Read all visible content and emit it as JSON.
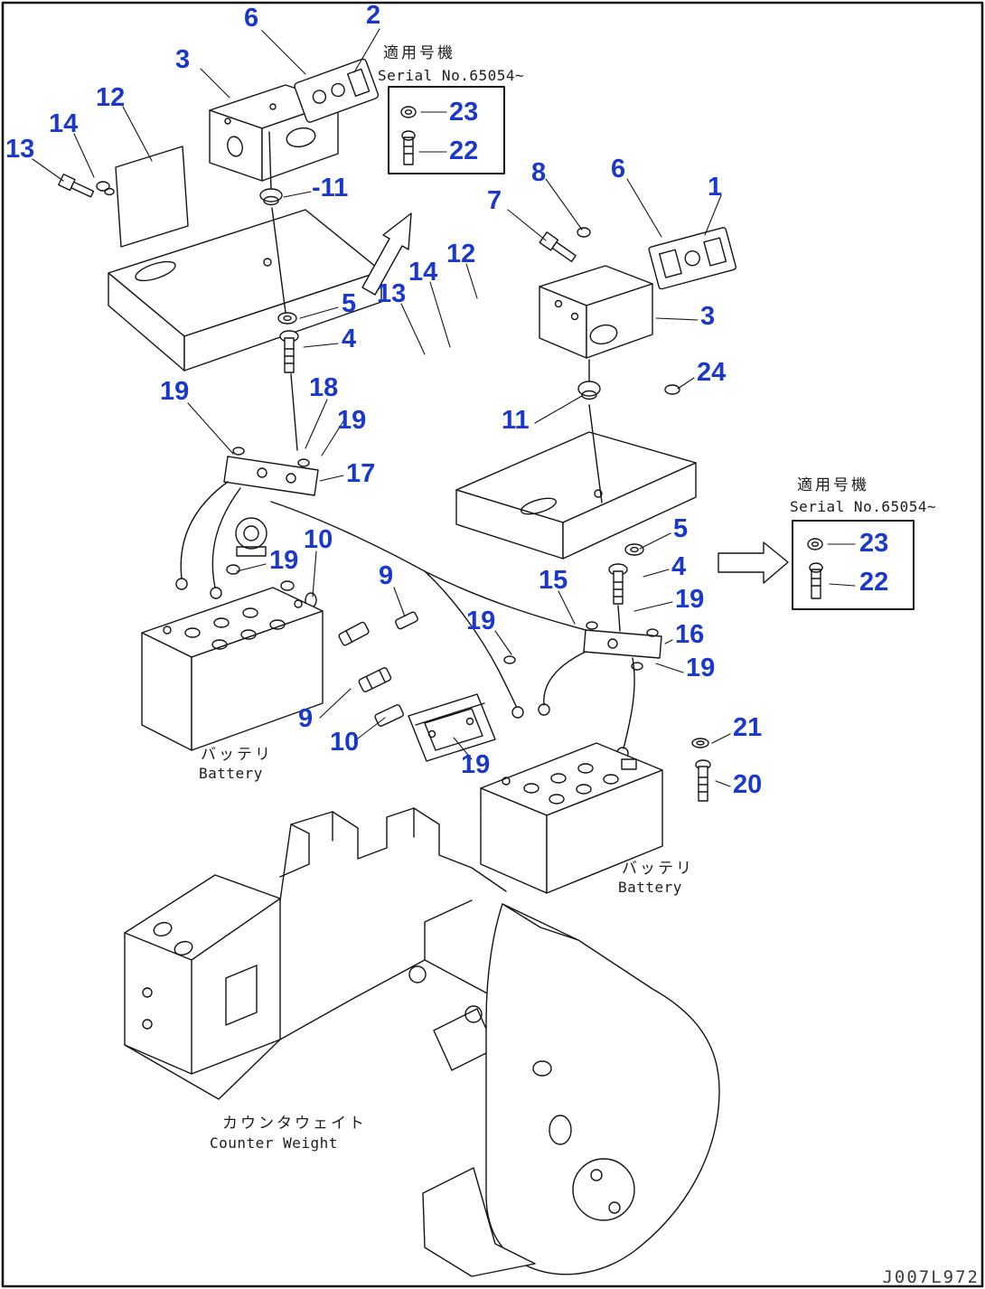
{
  "diagram": {
    "drawing_number": "J007L972",
    "colors": {
      "callout": "#1a39cc",
      "line": "#141414",
      "background": "#ffffff"
    },
    "serial_note_top": {
      "jp": "適用号機",
      "en": "Serial No.65054~"
    },
    "serial_note_right": {
      "jp": "適用号機",
      "en": "Serial No.65054~"
    },
    "labels": {
      "battery_left": {
        "jp": "バッテリ",
        "en": "Battery"
      },
      "battery_right": {
        "jp": "バッテリ",
        "en": "Battery"
      },
      "counterweight": {
        "jp": "カウンタウェイト",
        "en": "Counter Weight"
      }
    },
    "callouts": [
      "6",
      "2",
      "3",
      "12",
      "14",
      "13",
      "-11",
      "23",
      "22",
      "8",
      "7",
      "6",
      "1",
      "13",
      "14",
      "12",
      "5",
      "4",
      "3",
      "24",
      "11",
      "19",
      "18",
      "19",
      "17",
      "10",
      "19",
      "9",
      "15",
      "5",
      "4",
      "19",
      "16",
      "19",
      "19",
      "9",
      "10",
      "19",
      "21",
      "20",
      "23",
      "22"
    ]
  }
}
